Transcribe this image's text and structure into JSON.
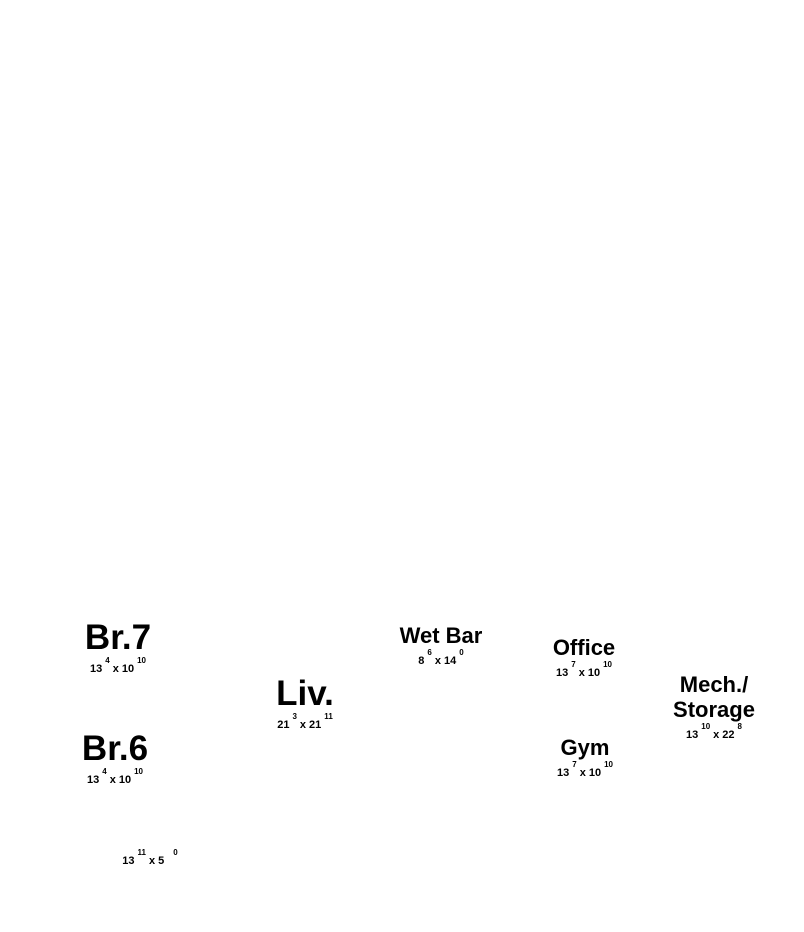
{
  "rooms": [
    {
      "name": "Br.7",
      "dims": {
        "a_ft": "13",
        "a_in": "4",
        "b_ft": "10",
        "b_in": "10"
      }
    },
    {
      "name": "Br.6",
      "dims": {
        "a_ft": "13",
        "a_in": "4",
        "b_ft": "10",
        "b_in": "10"
      }
    },
    {
      "name": "Liv.",
      "dims": {
        "a_ft": "21",
        "a_in": "3",
        "b_ft": "21",
        "b_in": "11"
      }
    },
    {
      "name": "Wet Bar",
      "dims": {
        "a_ft": "8",
        "a_in": "6",
        "b_ft": "14",
        "b_in": "0"
      }
    },
    {
      "name": "Office",
      "dims": {
        "a_ft": "13",
        "a_in": "7",
        "b_ft": "10",
        "b_in": "10"
      }
    },
    {
      "name_line1": "Mech./",
      "name_line2": "Storage",
      "dims": {
        "a_ft": "13",
        "a_in": "10",
        "b_ft": "22",
        "b_in": "8"
      }
    },
    {
      "name": "Gym",
      "dims": {
        "a_ft": "13",
        "a_in": "7",
        "b_ft": "10",
        "b_in": "10"
      }
    },
    {
      "dims": {
        "a_ft": "13",
        "a_in": "11",
        "b_ft": "5",
        "b_in": "0"
      }
    }
  ],
  "dim_separator": "x"
}
